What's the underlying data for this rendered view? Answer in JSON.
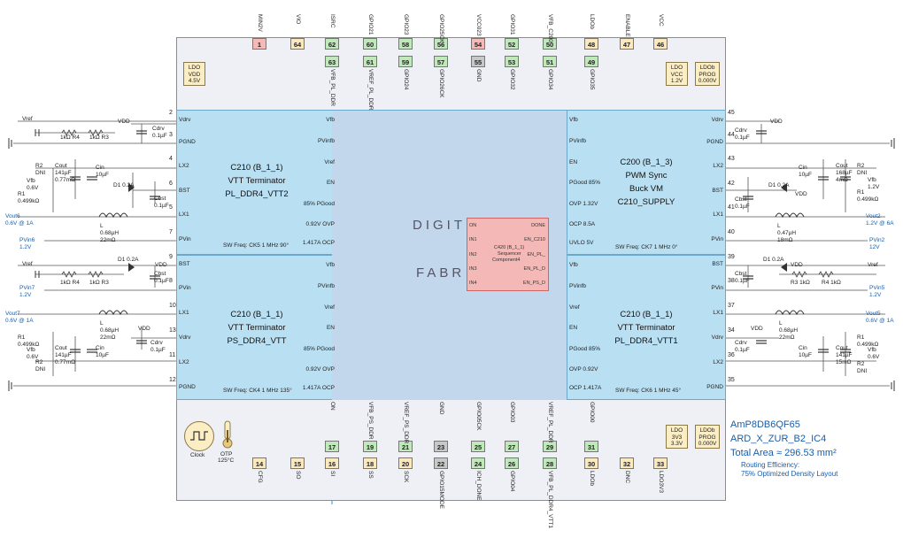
{
  "top_pins": [
    {
      "num": "1",
      "name": "MIN2V",
      "color": "r"
    },
    {
      "num": "64",
      "name": "VIO",
      "color": "y"
    },
    {
      "num": "62",
      "name": "ISRC",
      "color": "g"
    },
    {
      "num": "60",
      "name": "GPIO21",
      "color": "g"
    },
    {
      "num": "58",
      "name": "GPIO23",
      "color": "g"
    },
    {
      "num": "56",
      "name": "GPIO25CK",
      "color": "g"
    },
    {
      "num": "54",
      "name": "VCC023",
      "color": "r"
    },
    {
      "num": "52",
      "name": "GPIO31",
      "color": "g"
    },
    {
      "num": "50",
      "name": "VFB_C200",
      "color": "g"
    },
    {
      "num": "48",
      "name": "LDOb",
      "color": "y"
    },
    {
      "num": "47",
      "name": "ENABLE",
      "color": "y"
    },
    {
      "num": "46",
      "name": "VCC",
      "color": "y"
    }
  ],
  "top_pins_inner": [
    {
      "num": "63",
      "name": "VFB_PL_DDR",
      "color": "g"
    },
    {
      "num": "61",
      "name": "VREF_PL_DDR",
      "color": "g"
    },
    {
      "num": "59",
      "name": "GPIO24",
      "color": "g"
    },
    {
      "num": "57",
      "name": "GPIO26CK",
      "color": "g"
    },
    {
      "num": "55",
      "name": "GND",
      "color": "gr"
    },
    {
      "num": "53",
      "name": "GPIO32",
      "color": "g"
    },
    {
      "num": "51",
      "name": "GPIO34",
      "color": "g"
    },
    {
      "num": "49",
      "name": "GPIO35",
      "color": "g"
    }
  ],
  "bottom_pins_inner": [
    {
      "num": "17",
      "name": "ON",
      "color": "g"
    },
    {
      "num": "19",
      "name": "VFB_PS_DDR",
      "color": "g"
    },
    {
      "num": "21",
      "name": "VREF_PS_DDR",
      "color": "g"
    },
    {
      "num": "23",
      "name": "GND",
      "color": "gr"
    },
    {
      "num": "25",
      "name": "GPIO05CK",
      "color": "g"
    },
    {
      "num": "27",
      "name": "GPIO03",
      "color": "g"
    },
    {
      "num": "29",
      "name": "VREF_PL_DDR",
      "color": "g"
    },
    {
      "num": "31",
      "name": "GPIO00",
      "color": "g"
    }
  ],
  "bottom_pins": [
    {
      "num": "14",
      "name": "CFG",
      "color": "y"
    },
    {
      "num": "15",
      "name": "SO",
      "color": "y"
    },
    {
      "num": "16",
      "name": "SI",
      "color": "y"
    },
    {
      "num": "18",
      "name": "SS",
      "color": "y"
    },
    {
      "num": "20",
      "name": "SCK",
      "color": "y"
    },
    {
      "num": "22",
      "name": "GPIO15MODE",
      "color": "gr"
    },
    {
      "num": "24",
      "name": "ICH_DONE",
      "color": "g"
    },
    {
      "num": "26",
      "name": "GPIO04",
      "color": "g"
    },
    {
      "num": "28",
      "name": "VFB_PL_DDR4_VTT1",
      "color": "g"
    },
    {
      "num": "30",
      "name": "LDOb",
      "color": "y"
    },
    {
      "num": "32",
      "name": "DNC",
      "color": "y"
    },
    {
      "num": "33",
      "name": "LDO3V3",
      "color": "y"
    }
  ],
  "left_pins": [
    {
      "num": "2",
      "name": "Vdrv"
    },
    {
      "num": "3",
      "name": "PGND"
    },
    {
      "num": "4",
      "name": "LX2"
    },
    {
      "num": "6",
      "name": "BST"
    },
    {
      "num": "5",
      "name": "LX1"
    },
    {
      "num": "7",
      "name": "PVin"
    },
    {
      "num": "9",
      "name": "BST"
    },
    {
      "num": "8",
      "name": "PVin"
    },
    {
      "num": "10",
      "name": "LX1"
    },
    {
      "num": "13",
      "name": "Vdrv"
    },
    {
      "num": "11",
      "name": "LX2"
    },
    {
      "num": "12",
      "name": "PGND"
    }
  ],
  "right_pins": [
    {
      "num": "45",
      "name": "Vdrv"
    },
    {
      "num": "44",
      "name": "PGND"
    },
    {
      "num": "43",
      "name": "LX2"
    },
    {
      "num": "42",
      "name": "BST"
    },
    {
      "num": "41",
      "name": "LX1"
    },
    {
      "num": "40",
      "name": "PVin"
    },
    {
      "num": "39",
      "name": "BST"
    },
    {
      "num": "38",
      "name": "PVin"
    },
    {
      "num": "37",
      "name": "LX1"
    },
    {
      "num": "34",
      "name": "Vdrv"
    },
    {
      "num": "36",
      "name": "LX2"
    },
    {
      "num": "35",
      "name": "PGND"
    }
  ],
  "blocks": {
    "tl": {
      "title": "C210 (B_1_1)",
      "type": "VTT Terminator",
      "name": "PL_DDR4_VTT2",
      "freq": "SW Freq: CK5 1 MHz 90°",
      "inner": [
        "Vfb",
        "PVinfb",
        "Vref",
        "EN",
        "85% PGood",
        "0.92V OVP",
        "1.417A OCP"
      ]
    },
    "tr": {
      "title": "C200 (B_1_3)",
      "type": "PWM Sync",
      "name": "Buck VM",
      "name2": "C210_SUPPLY",
      "freq": "SW Freq: CK7 1 MHz 0°",
      "inner": [
        "Vfb",
        "PVinfb",
        "EN",
        "PGood 85%",
        "OVP 1.32V",
        "OCP 8.5A",
        "UVLO 5V"
      ]
    },
    "bl": {
      "title": "C210 (B_1_1)",
      "type": "VTT Terminator",
      "name": "PS_DDR4_VTT",
      "freq": "SW Freq: CK4 1 MHz 135°",
      "inner": [
        "Vfb",
        "PVinfb",
        "Vref",
        "EN",
        "85% PGood",
        "0.92V OVP",
        "1.417A OCP"
      ]
    },
    "br": {
      "title": "C210 (B_1_1)",
      "type": "VTT Terminator",
      "name": "PL_DDR4_VTT1",
      "freq": "SW Freq: CK6 1 MHz 45°",
      "inner": [
        "Vfb",
        "PVinfb",
        "Vref",
        "EN",
        "PGood 85%",
        "OVP 0.92V",
        "OCP 1.417A"
      ]
    }
  },
  "sequencer": {
    "title": "C420 (B_1_1)",
    "sub": "Sequencer",
    "sub2": "Component4",
    "left": [
      "ON",
      "IN1",
      "IN2",
      "IN3",
      "IN4"
    ],
    "right": [
      "DONE",
      "EN_C210",
      "EN_PL_",
      "EN_PL_D",
      "EN_PS_D"
    ]
  },
  "fabric_words": {
    "w1": "DIGIT",
    "w2": "FABR"
  },
  "ldos": {
    "vdd": [
      "LDO",
      "VDD",
      "4.5V"
    ],
    "vcc": [
      "LDO",
      "VCC",
      "1.2V"
    ],
    "prog_top": [
      "LDOb",
      "PROG",
      "0.000V"
    ],
    "v33": [
      "LDO",
      "3V3",
      "3.3V"
    ],
    "prog_bot": [
      "LDOb",
      "PROG",
      "0.000V"
    ]
  },
  "clock": {
    "label": "Clock"
  },
  "otp": {
    "label": "OTP",
    "temp": "125°C"
  },
  "info": {
    "part": "AmP8DB6QF65",
    "design": "ARD_X_ZUR_B2_IC4",
    "area": "Total Area ≈ 296.53 mm²",
    "routing": "Routing Efficiency:",
    "density": "75% Optimized Density Layout"
  },
  "ext_left": {
    "vref1": "Vref",
    "vdd1": "VDD",
    "r4a": "1kΩ R4",
    "r3a": "1kΩ R3",
    "cdrv1": "Cdrv",
    "cdrv1v": "0.1µF",
    "r2a": "R2",
    "r2av": "DNI",
    "couta": "Cout",
    "coutav": "141µF",
    "coutar": "0.77mΩ",
    "cina": "Cin",
    "cinav": "10µF",
    "vfba": "Vfb",
    "vfbav": "0.6V",
    "r1a": "R1",
    "r1av": "0.499kΩ",
    "d1a": "D1 0.2A",
    "cbsta": "Cbst",
    "cbstav": "0.1µF",
    "la": "L",
    "lav": "0.68µH",
    "lar": "22mΩ",
    "vout6": "Vout6",
    "vout6v": "0.6V @ 1A",
    "pvin6": "PVin6",
    "pvin6v": "1.2V",
    "vref2": "Vref",
    "d1b": "D1 0.2A",
    "vdd2": "VDD",
    "r4b": "1kΩ R4",
    "r3b": "1kΩ R3",
    "cbstb": "Cbst",
    "cbstbv": "0.1µF",
    "pvin7": "PVin7",
    "pvin7v": "1.2V",
    "lb": "L",
    "lbv": "0.68µH",
    "lbr": "22mΩ",
    "vout7": "Vout7",
    "vout7v": "0.6V @ 1A",
    "vdd3": "VDD",
    "cdrv2": "Cdrv",
    "cdrv2v": "0.1µF",
    "r1b": "R1",
    "r1bv": "0.499kΩ",
    "vfbb": "Vfb",
    "vfbbv": "0.6V",
    "r2b": "R2",
    "r2bv": "DNI",
    "coutb": "Cout",
    "coutbv": "141µF",
    "coutbr": "0.77mΩ",
    "cinb": "Cin",
    "cinbv": "10µF"
  },
  "ext_right": {
    "vdd1": "VDD",
    "cdrv1": "Cdrv",
    "cdrv1v": "0.1µF",
    "cin1": "Cin",
    "cin1v": "10µF",
    "cout1": "Cout",
    "cout1v": "168µF",
    "cout1r": "4mΩ",
    "r2a": "R2",
    "r2av": "DNI",
    "vfba": "Vfb",
    "vfbav": "1.2V",
    "r1a": "R1",
    "r1av": "0.499kΩ",
    "d1a": "D1 0.2A",
    "vdd2": "VDD",
    "cbsta": "Cbst",
    "cbstav": "0.1µF",
    "la": "L",
    "lav": "0.47µH",
    "lar": "18mΩ",
    "vout2": "Vout2",
    "vout2v": "1.2V @ 6A",
    "pvin2": "PVin2",
    "pvin2v": "12V",
    "d1b": "D1 0.2A",
    "vdd3": "VDD",
    "vref": "Vref",
    "cbstb": "Cbst",
    "cbstbv": "0.1µF",
    "r3": "R3 1kΩ",
    "r4": "R4 1kΩ",
    "pvin5": "PVin5",
    "pvin5v": "1.2V",
    "lb": "L",
    "lbv": "0.68µH",
    "lbr": "22mΩ",
    "vout5": "Vout5",
    "vout5v": "0.6V @ 1A",
    "vdd4": "VDD",
    "cdrv2": "Cdrv",
    "cdrv2v": "0.1µF",
    "cin2": "Cin",
    "cin2v": "10µF",
    "cout2": "Cout",
    "cout2v": "141µF",
    "cout2r": "15mΩ",
    "r1b": "R1",
    "r1bv": "0.499kΩ",
    "vfbb": "Vfb",
    "vfbbv": "0.6V",
    "r2b": "R2",
    "r2bv": "DNI"
  }
}
